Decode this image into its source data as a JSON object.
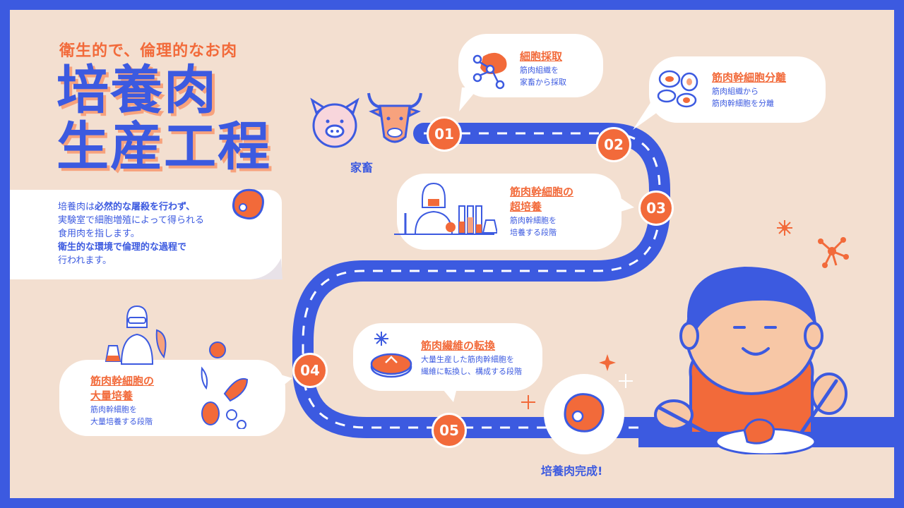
{
  "header": {
    "subtitle": "衛生的で、倫理的なお肉",
    "title_line1": "培養肉",
    "title_line2": "生産工程"
  },
  "intro": {
    "line1_a": "培養肉は",
    "line1_b": "必然的な屠殺を行わず、",
    "line2": "実験室で細胞増殖によって得られる",
    "line3": "食用肉を指します。",
    "line4": "衛生的な環境で倫理的な過程で",
    "line5": "行われます。"
  },
  "livestock_label": "家畜",
  "final_label": "培養肉完成!",
  "steps": [
    {
      "number": "01",
      "title": "細胞採取",
      "desc1": "筋肉組織を",
      "desc2": "家畜から採取"
    },
    {
      "number": "02",
      "title": "筋肉幹細胞分離",
      "desc1": "筋肉組織から",
      "desc2": "筋肉幹細胞を分離"
    },
    {
      "number": "03",
      "title1": "筋肉幹細胞の",
      "title2": "超培養",
      "desc1": "筋肉幹細胞を",
      "desc2": "培養する段階"
    },
    {
      "number": "04",
      "title1": "筋肉幹細胞の",
      "title2": "大量培養",
      "desc1": "筋肉幹細胞を",
      "desc2": "大量培養する段階"
    },
    {
      "number": "05",
      "title": "筋肉繊維の転換",
      "desc1": "大量生産した筋肉幹細胞を",
      "desc2": "繊維に転換し、構成する段階"
    }
  ],
  "colors": {
    "blue": "#3c5ae0",
    "orange": "#f26a3a",
    "background": "#f3dfd0",
    "light_orange": "#f7a27d"
  }
}
